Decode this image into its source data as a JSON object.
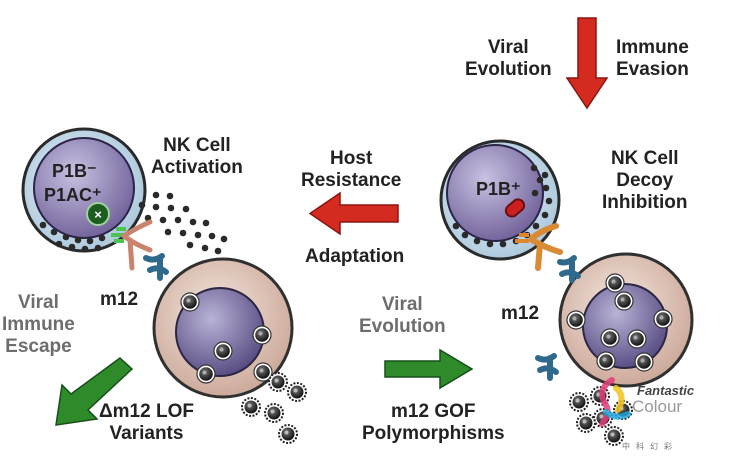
{
  "top": {
    "left_label": "Viral\nEvolution",
    "right_label": "Immune\nEvasion"
  },
  "right_cell": {
    "marker": "P1B⁺",
    "title": "NK Cell\nDecoy\nInhibition",
    "m12_label": "m12"
  },
  "left_cell": {
    "marker_line1": "P1B⁻",
    "marker_line2": "P1AC⁺",
    "title": "NK Cell\nActivation",
    "m12_label": "m12"
  },
  "middle_top": {
    "label_top": "Host\nResistance",
    "label_bottom": "Adaptation"
  },
  "middle_bottom": {
    "label_top": "Viral\nEvolution",
    "label_bottom": "m12 GOF\nPolymorphisms"
  },
  "left_side": {
    "escape_label": "Viral\nImmune\nEscape",
    "variants_label": "Δm12 LOF\nVariants"
  },
  "watermark": {
    "brand_top": "Fantastic",
    "brand_bottom": "Colour",
    "chinese": "中科幻彩"
  },
  "colors": {
    "red_arrow": "#d42a1f",
    "green_arrow": "#2f8a2a",
    "nk_cell": "#cfe1ee",
    "nucleus": "#8d7fb0",
    "infected_cell": "#e6cfc3"
  }
}
